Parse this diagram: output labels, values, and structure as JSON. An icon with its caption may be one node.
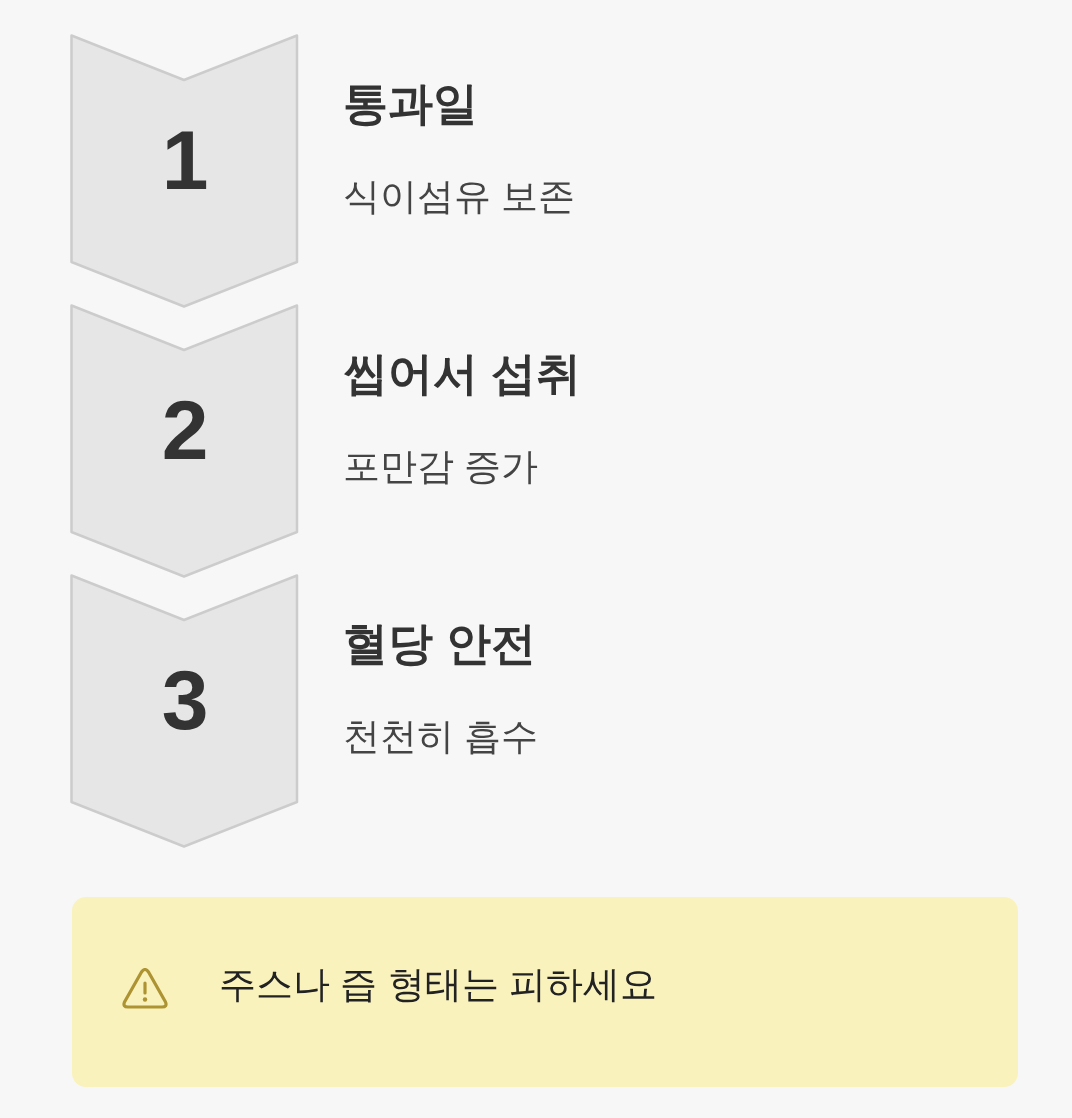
{
  "diagram": {
    "nodes": [
      {
        "text": [
          "1"
        ],
        "beside": [
          "통과일",
          "식이섬유 보존"
        ]
      },
      {
        "text": [
          "2"
        ],
        "beside": [
          "씹어서 섭취",
          "포만감 증가"
        ]
      },
      {
        "text": [
          "3"
        ],
        "beside": [
          "혈당 안전",
          "천천히 흡수"
        ]
      },
      {
        "text": [
          "주스나 즙 형태는 피하세요"
        ]
      }
    ]
  }
}
